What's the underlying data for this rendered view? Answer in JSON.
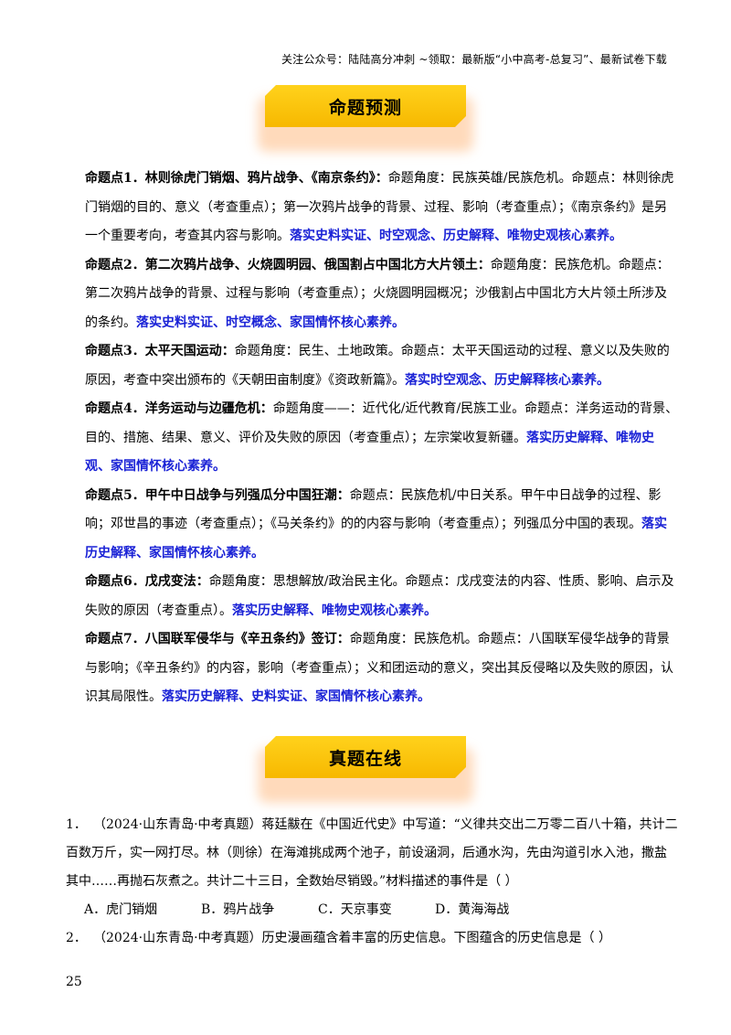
{
  "header_note": "关注公众号：陆陆高分冲刺 ~领取：最新版“小中高考-总复习”、最新试卷下载",
  "banner1": "命题预测",
  "banner2": "真题在线",
  "items": [
    {
      "label": "命题点1．林则徐虎门销烟、鸦片战争、《南京条约》：",
      "text": "命题角度：民族英雄/民族危机。命题点：林则徐虎门销烟的目的、意义（考查重点）；第一次鸦片战争的背景、过程、影响（考查重点）；《南京条约》是另一个重要考向，考查其内容与影响。",
      "highlight": "落实史料实证、时空观念、历史解释、唯物史观核心素养。"
    },
    {
      "label": "命题点2．第二次鸦片战争、火烧圆明园、俄国割占中国北方大片领土：",
      "text": "命题角度：民族危机。命题点：第二次鸦片战争的背景、过程与影响（考查重点）；火烧圆明园概况；沙俄割占中国北方大片领土所涉及的条约。",
      "highlight": "落实史料实证、时空概念、家国情怀核心素养。"
    },
    {
      "label": "命题点3．太平天国运动：",
      "text": "命题角度：民生、土地政策。命题点：太平天国运动的过程、意义以及失败的原因，考查中突出颁布的《天朝田亩制度》《资政新篇》。",
      "highlight": "落实时空观念、历史解释核心素养。"
    },
    {
      "label": "命题点4．洋务运动与边疆危机：",
      "text": "命题角度——：近代化/近代教育/民族工业。命题点：洋务运动的背景、目的、措施、结果、意义、评价及失败的原因（考查重点）；左宗棠收复新疆。",
      "highlight": "落实历史解释、唯物史观、家国情怀核心素养。"
    },
    {
      "label": "命题点5．甲午中日战争与列强瓜分中国狂潮：",
      "text": "命题点：民族危机/中日关系。甲午中日战争的过程、影响；邓世昌的事迹（考查重点）；《马关条约》的的内容与影响（考查重点）；列强瓜分中国的表现。",
      "highlight": "落实历史解释、家国情怀核心素养。"
    },
    {
      "label": "命题点6．戊戌变法：",
      "text": "命题角度：思想解放/政治民主化。命题点：戊戌变法的内容、性质、影响、启示及失败的原因（考查重点）。",
      "highlight": "落实历史解释、唯物史观核心素养。"
    },
    {
      "label": "命题点7．八国联军侵华与《辛丑条约》签订：",
      "text": "命题角度：民族危机。命题点：八国联军侵华战争的背景与影响；《辛丑条约》的内容，影响（考查重点）；义和团运动的意义，突出其反侵略以及失败的原因，认识其局限性。",
      "highlight": "落实历史解释、史料实证、家国情怀核心素养。"
    }
  ],
  "questions": [
    {
      "num": "1．",
      "text": "（2024·山东青岛·中考真题）蒋廷黻在《中国近代史》中写道：“义律共交出二万零二百八十箱，共计二百数万斤，实一网打尽。林（则徐）在海滩挑成两个池子，前设涵洞，后通水沟，先由沟道引水入池，撒盐其中……再抛石灰煮之。共计二十三日，全数始尽销毁。”材料描述的事件是（ ）",
      "options": [
        "A．虎门销烟",
        "B．鸦片战争",
        "C．天京事变",
        "D．黄海海战"
      ]
    },
    {
      "num": "2．",
      "text": "（2024·山东青岛·中考真题）历史漫画蕴含着丰富的历史信息。下图蕴含的历史信息是（ ）",
      "options": []
    }
  ],
  "page_number": "25"
}
